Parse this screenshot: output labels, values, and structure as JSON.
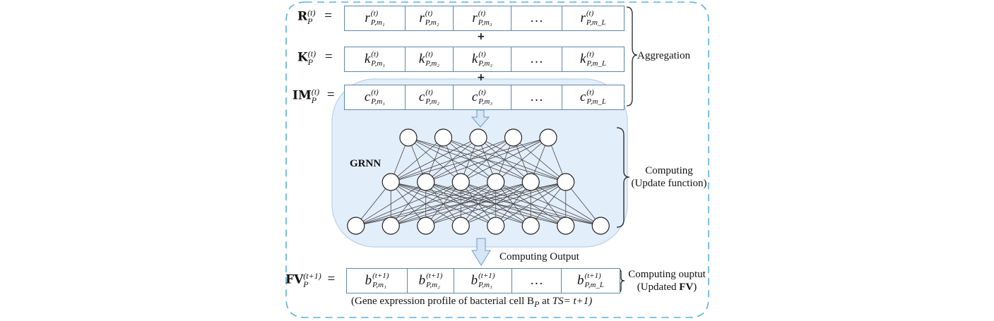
{
  "colors": {
    "dashed_border": "#5aaee0",
    "panel_fill": "#e3eefb",
    "panel_stroke": "#b9cfe8",
    "cell_border": "#5e86a8",
    "arrow_fill": "#d6e6f7",
    "arrow_stroke": "#6a9bc8",
    "node_stroke": "#222222",
    "edge_stroke": "#444444"
  },
  "rows": [
    {
      "id": "R",
      "lhs_symbol": "R",
      "lhs_sub": "P",
      "lhs_sup": "(t)",
      "equals": "=",
      "cells": [
        {
          "sym": "r",
          "sup": "(t)",
          "sub": "P,m₁"
        },
        {
          "sym": "r",
          "sup": "(t)",
          "sub": "P,m₂"
        },
        {
          "sym": "r",
          "sup": "(t)",
          "sub": "P,m₃"
        },
        {
          "sym": "…",
          "sup": "",
          "sub": ""
        },
        {
          "sym": "r",
          "sup": "(t)",
          "sub": "P,m_L"
        }
      ]
    },
    {
      "id": "K",
      "lhs_symbol": "K",
      "lhs_sub": "P",
      "lhs_sup": "(t)",
      "equals": "=",
      "cells": [
        {
          "sym": "k",
          "sup": "(t)",
          "sub": "P,m₁"
        },
        {
          "sym": "k",
          "sup": "(t)",
          "sub": "P,m₂"
        },
        {
          "sym": "k",
          "sup": "(t)",
          "sub": "P,m₃"
        },
        {
          "sym": "…",
          "sup": "",
          "sub": ""
        },
        {
          "sym": "k",
          "sup": "(t)",
          "sub": "P,m_L"
        }
      ]
    },
    {
      "id": "IM",
      "lhs_symbol": "IM",
      "lhs_sub": "P",
      "lhs_sup": "(t)",
      "equals": "=",
      "cells": [
        {
          "sym": "c",
          "sup": "(t)",
          "sub": "P,m₁"
        },
        {
          "sym": "c",
          "sup": "(t)",
          "sub": "P,m₂"
        },
        {
          "sym": "c",
          "sup": "(t)",
          "sub": "P,m₃"
        },
        {
          "sym": "…",
          "sup": "",
          "sub": ""
        },
        {
          "sym": "c",
          "sup": "(t)",
          "sub": "P,m_L"
        }
      ]
    }
  ],
  "plus_signs": [
    "+",
    "+"
  ],
  "aggregation_label": "Aggregation",
  "grnn": {
    "label": "GRNN",
    "layers": [
      5,
      6,
      8
    ]
  },
  "computing_label_line1": "Computing",
  "computing_label_line2": "(Update function)",
  "computing_output_label": "Computing Output",
  "fv_row": {
    "lhs_symbol": "FV",
    "lhs_sub": "P",
    "lhs_sup": "(t+1)",
    "equals": "=",
    "cells": [
      {
        "sym": "b",
        "sup": "(t+1)",
        "sub": "P,m₁"
      },
      {
        "sym": "b",
        "sup": "(t+1)",
        "sub": "P,m₂"
      },
      {
        "sym": "b",
        "sup": "(t+1)",
        "sub": "P,m₃"
      },
      {
        "sym": "…",
        "sup": "",
        "sub": ""
      },
      {
        "sym": "b",
        "sup": "(t+1)",
        "sub": "P,m_L"
      }
    ]
  },
  "fv_right_label_line1": "Computing ouptut",
  "fv_right_label_line2_prefix": "(Updated ",
  "fv_right_label_line2_bold": "FV",
  "fv_right_label_line2_suffix": ")",
  "caption": {
    "prefix": "(Gene expression profile of bacterial cell B",
    "sub": "P",
    "middle": " at ",
    "ts": "TS",
    "suffix": "= t+1)"
  }
}
